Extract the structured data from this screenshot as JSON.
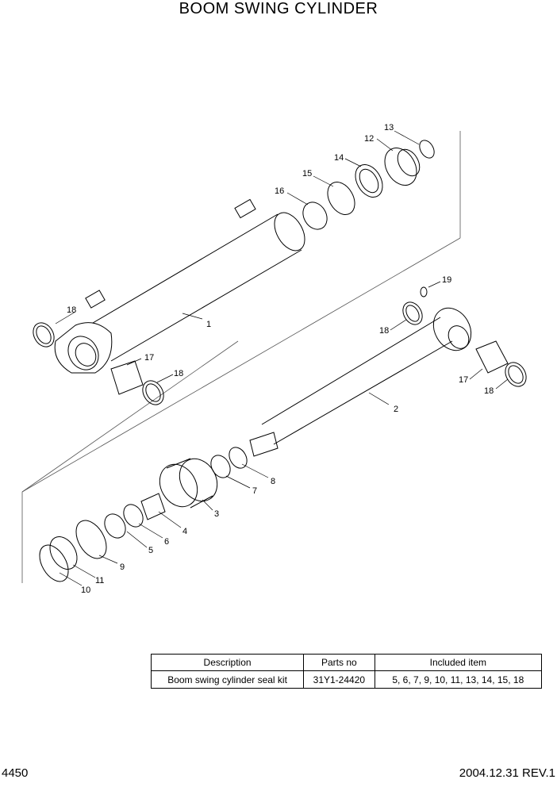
{
  "title": "BOOM SWING CYLINDER",
  "callouts": [
    "1",
    "2",
    "3",
    "4",
    "5",
    "6",
    "7",
    "8",
    "9",
    "10",
    "11",
    "12",
    "13",
    "14",
    "15",
    "16",
    "17",
    "18",
    "17",
    "18",
    "18",
    "18",
    "19"
  ],
  "table": {
    "headers": [
      "Description",
      "Parts no",
      "Included item"
    ],
    "row": [
      "Boom swing cylinder seal kit",
      "31Y1-24420",
      "5, 6, 7, 9, 10, 11, 13, 14, 15, 18"
    ]
  },
  "footer": {
    "page": "4450",
    "date_rev": "2004.12.31  REV.1"
  }
}
